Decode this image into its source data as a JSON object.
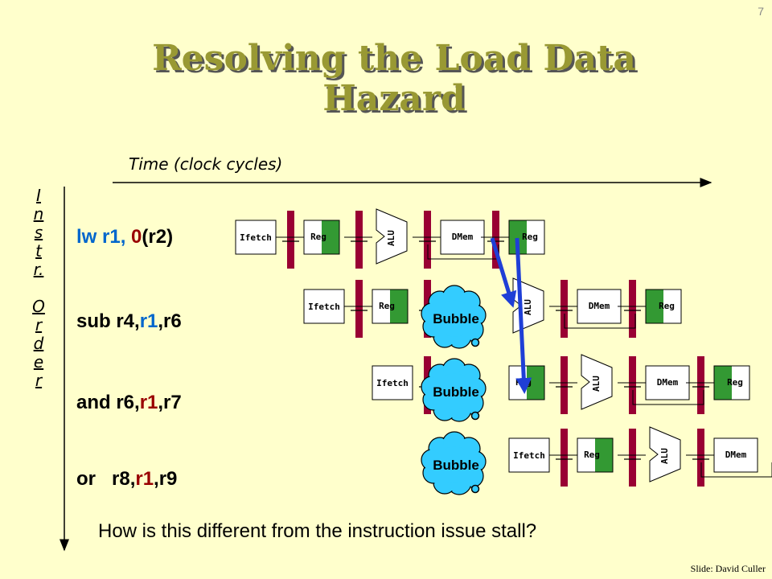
{
  "slide": {
    "title": "Resolving the Load Data Hazard",
    "page_number": "7",
    "time_label": "Time (clock cycles)",
    "axis_label": "I\nn\ns\nt\nr.\n\nO\nr\nd\ne\nr",
    "question": "How is this different from the instruction issue stall?",
    "credit": "Slide:  David Culler"
  },
  "instructions": [
    {
      "parts": [
        "lw r1, ",
        "0",
        "(r2)"
      ]
    },
    {
      "parts": [
        "sub r4,",
        "r1",
        ",r6"
      ]
    },
    {
      "parts": [
        "and r6,",
        "r1",
        ",r7"
      ]
    },
    {
      "parts": [
        "or   r8,",
        "r1",
        ",r9"
      ]
    }
  ],
  "stages": {
    "ifetch": "Ifetch",
    "reg": "Reg",
    "alu": "ALU",
    "dmem": "DMem",
    "bubble": "Bubble"
  },
  "colors": {
    "background": "#ffffcc",
    "title": "#999933",
    "latch": "#990033",
    "reg_green": "#339933",
    "bubble": "#33ccff",
    "arrow": "#1f3fd6"
  }
}
